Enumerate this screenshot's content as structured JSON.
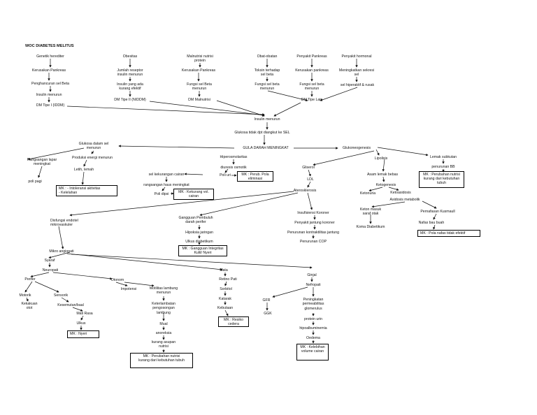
{
  "title": "WOC DIABETES MELITUS",
  "etiologi": {
    "genetik": "Genetik herediter",
    "kerusakan1": "Kerusakan Pankreas",
    "penghancuran": "Penghancuran sel Beta",
    "insulin_menurun1": "Insulin menurun",
    "dm_tipe1": "DM Tipe I (IDDM)",
    "obesitas": "Obesitas",
    "jumlah_reseptor": "Jumlah reseptor insulin menurun",
    "insulin_tidak_efektif": "Insulin yang ada kurang efektif",
    "dm_tipe2": "DM Tipe II (NIDDM)",
    "malnutrisi": "Malnutrisi nutrisi protein",
    "kerusakan2": "Kerusakan Pankreas",
    "fungsi_beta1": "Fungsi sel Beta menurun",
    "dm_malnutrisi": "DM Malnutrisi",
    "obat": "Obat-obatan",
    "toksin": "Toksin terhadap sel beta",
    "fungsi_beta2": "Fungsi sel beta menurun",
    "penyakit_pankreas": "Penyakit Pankreas",
    "kerusakan3": "Kerusakan pankreas",
    "fungsi_beta3": "Fungsi sel beta menurun",
    "dm_tipe_lain": "DM Tipe Lain",
    "penyakit_hormonal": "Penyakit hormonal",
    "meningkatkan_sekresi": "Meningkatkan sekresi sel",
    "sel_hiperaktif": "sel hiperaktif & rusak"
  },
  "center": {
    "insulin_menurun": "Insulin menurun",
    "glukosa_tidak": "Glukosa tidak dpt diangkut ke SEL",
    "gula_darah": "GULA DARAH MENINGKAT"
  },
  "left": {
    "glukosa_dalam_sel": "Glukosa dalam sel menurun",
    "rangsangan_lapar": "Rangsangan lapar meningkat",
    "poli_pagi": "poli pagi",
    "produksi_energi": "Produksi energi menurun",
    "letih": "Letih, lemah",
    "mk_intoleransi": "MK : - Intoleransi aktivitas\n- Kelelahan"
  },
  "mid": {
    "hiperosmolaritas": "Hiperosmolaritas",
    "diuresis": "diuresis osmotik",
    "poli_uri": "Poli uri",
    "mk_eliminasi": "MK : Perub. Pola eliminasi",
    "sel_kekurangan": "sel kekurangan cairan",
    "rangsangan_haus": "rangsangan haus meningkat",
    "poli_dipsi": "Poli dipsi",
    "mk_cairan": "MK : Kekurang vol. cairan"
  },
  "right": {
    "glukoneogenesis": "Glukoneogenesis",
    "lipolisis": "Lipolisis",
    "gliserol": "Gliserol",
    "ldl": "LDL",
    "aterosklerosis": "Aterosklerosis",
    "asam_lemak": "Asam lemak bebas",
    "ketogenesis": "Ketogenesis",
    "ketonuria": "Ketonuria",
    "ketoasidosis": "Ketoasidosis",
    "asidosis": "Asidosis metabolik",
    "keton_masuk": "Keton masuk saraf otak",
    "koma": "Koma Diabetikum",
    "pernafasan": "Pernafasan Kusmaull",
    "nafas_bau": "Nafas bau buah",
    "mk_nafas": "MK : Pola nafas tidak efektif",
    "lemak_subkutan": "Lemak subkutan",
    "penurunan_bb": "penurunan BB",
    "mk_nutrisi": "MK : Perubahan nutrisi kurang dari kebutuhan tubuh"
  },
  "makro": {
    "gangguan_perifer": "Gangguan Pembuluh darah perifer",
    "hipoksia": "Hipoksia jaringan",
    "ulkus": "Ulkus diabetikum",
    "mk_integritas": "MK : Gangguan Integritas Kulit/ Nyeri",
    "insufisiensi": "Insufisiensi Koroner",
    "penyakit_jantung": "Penyakit jantung koroner",
    "penurunan_kontraktilitas": "Penurunan kontraktilitas jantung",
    "penurunan_cop": "Penurunan COP"
  },
  "mikro": {
    "disfungsi": "Disfungsi endotel mikrovaskuler",
    "mikro_angiopati": "Mikro angiopati",
    "syaraf": "Syaraf",
    "neuropati": "Neuropati",
    "perifer": "Perifer",
    "motorik": "Motorik",
    "kekakuan": "Kekakuan otot",
    "sensorik": "Sensorik",
    "kesemutan": "Kesemutan/baal",
    "mati_rasa": "Mati Rasa",
    "ulkus": "Ulkus",
    "mk_nyeri": "MK : Nyeri",
    "otonom": "Otonom",
    "impotensi": "Impotensi",
    "motilitas": "Motilitas lambung menurun",
    "keterlambatan": "Keterlambatan pengosongan lambung",
    "mual": "Mual",
    "anoreksia": "anoreksia",
    "kurang_asupan": "kurang asupan nutrisi",
    "mk_nutrisi2": "MK : Perubahan nutrisi\nkurang dari kebutuhan tubuh",
    "mata": "Mata",
    "retino": "Retino Pati",
    "sorbitol": "Sorbitol",
    "katarak": "Katarak",
    "kebutaan": "Kebutaan",
    "mk_cedera": "MK : Resiko cedera",
    "ginjal": "Ginjal",
    "nefropati": "Nefropati",
    "gfr": "GFR",
    "ggk": "GGK",
    "peningkatan": "Peningkatan permeabilitas glomerulus",
    "protein_urin": "protein urin",
    "hipoalbuminemia": "hipoalbuminemia",
    "oedema": "Oedema",
    "mk_volume": "MK : Kelebihan volume cairan"
  }
}
